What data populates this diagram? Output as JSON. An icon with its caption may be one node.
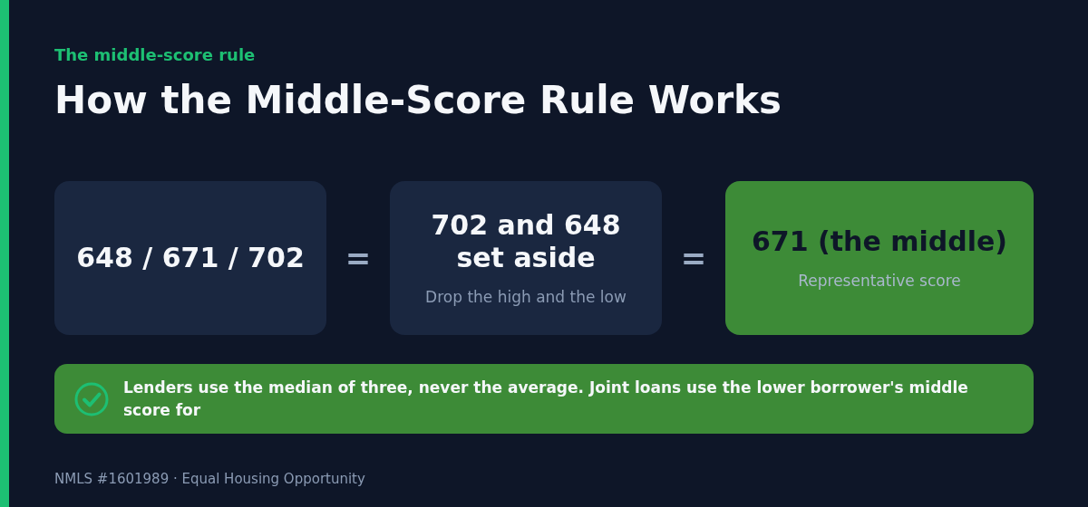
{
  "diagram": {
    "title": "How the Middle-Score Rule Works",
    "nodes": [
      {
        "text": [
          "648 / 671 / 702"
        ]
      },
      {
        "text": [
          "702 and 648 set aside",
          "Drop the high and the low"
        ]
      },
      {
        "text": [
          "671 (the middle)",
          "Representative score"
        ]
      },
      {
        "text": [
          "Lenders use the median of three, never the average. Joint loans use the lower borrower's middle score for"
        ]
      }
    ],
    "labels": [
      "The middle-score rule",
      "=",
      "=",
      "NMLS #1601989 · Equal Housing Opportunity"
    ]
  }
}
